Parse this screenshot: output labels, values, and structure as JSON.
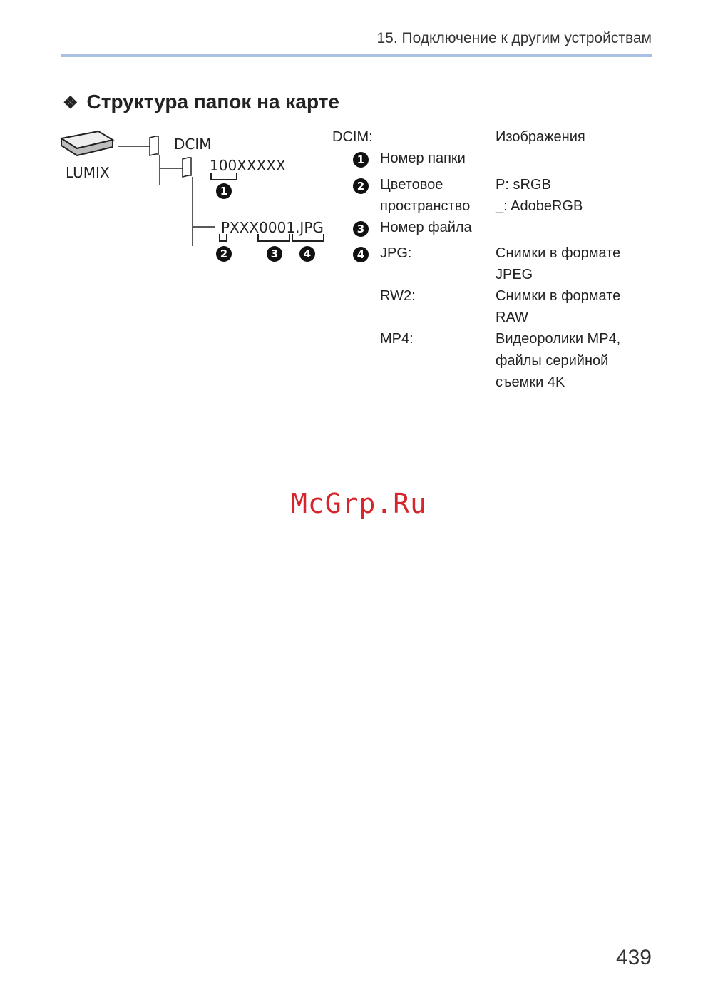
{
  "header": {
    "chapter_title": "15. Подключение к другим устройствам"
  },
  "section": {
    "title": "Структура папок на карте",
    "bullet": "❖"
  },
  "diagram": {
    "device_label": "LUMIX",
    "dcim_label": "DCIM",
    "folder_label": "100XXXXX",
    "file_label": "PXXX0001.JPG",
    "markers": [
      "1",
      "2",
      "3",
      "4"
    ]
  },
  "legend": {
    "dcim_term": "DCIM:",
    "dcim_desc": "Изображения",
    "item1_label": "Номер папки",
    "item2_label_line1": "Цветовое",
    "item2_label_line2": "пространство",
    "item2_value_line1": "P: sRGB",
    "item2_value_line2": "_: AdobeRGB",
    "item3_label": "Номер файла",
    "item4_formats": [
      {
        "term": "JPG:",
        "desc_line1": "Снимки в формате",
        "desc_line2": "JPEG",
        "desc_line3": ""
      },
      {
        "term": "RW2:",
        "desc_line1": "Снимки в формате",
        "desc_line2": "RAW",
        "desc_line3": ""
      },
      {
        "term": "MP4:",
        "desc_line1": "Видеоролики MP4,",
        "desc_line2": "файлы серийной",
        "desc_line3": "съемки 4K"
      }
    ]
  },
  "watermark": "McGrp.Ru",
  "page_number": "439",
  "colors": {
    "header_rule": "#a9bfe3",
    "watermark": "#d6262c"
  }
}
